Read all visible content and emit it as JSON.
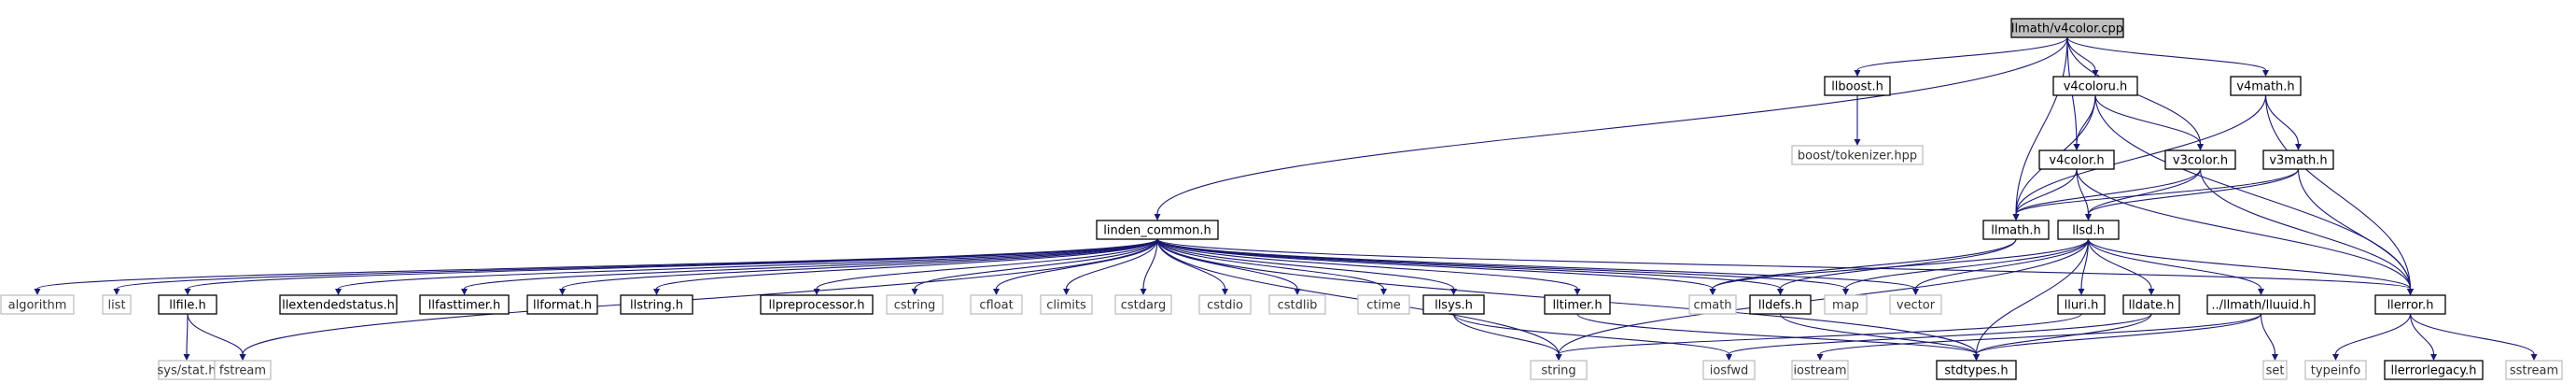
{
  "graph": {
    "root": "llmath/v4color.cpp",
    "nodes": [
      {
        "id": "root",
        "label": "llmath/v4color.cpp",
        "kind": "root"
      },
      {
        "id": "llboost",
        "label": "llboost.h",
        "kind": "file"
      },
      {
        "id": "v4coloru",
        "label": "v4coloru.h",
        "kind": "file"
      },
      {
        "id": "v4math",
        "label": "v4math.h",
        "kind": "file"
      },
      {
        "id": "tokenizer",
        "label": "boost/tokenizer.hpp",
        "kind": "external"
      },
      {
        "id": "v4color",
        "label": "v4color.h",
        "kind": "file"
      },
      {
        "id": "v3color",
        "label": "v3color.h",
        "kind": "file"
      },
      {
        "id": "v3math",
        "label": "v3math.h",
        "kind": "file"
      },
      {
        "id": "linden_common",
        "label": "linden_common.h",
        "kind": "file"
      },
      {
        "id": "llmath",
        "label": "llmath.h",
        "kind": "file"
      },
      {
        "id": "llsd",
        "label": "llsd.h",
        "kind": "file"
      },
      {
        "id": "algorithm",
        "label": "algorithm",
        "kind": "external"
      },
      {
        "id": "list",
        "label": "list",
        "kind": "external"
      },
      {
        "id": "llfile",
        "label": "llfile.h",
        "kind": "file"
      },
      {
        "id": "llextendedstatus",
        "label": "llextendedstatus.h",
        "kind": "file"
      },
      {
        "id": "llfasttimer",
        "label": "llfasttimer.h",
        "kind": "file"
      },
      {
        "id": "llformat",
        "label": "llformat.h",
        "kind": "file"
      },
      {
        "id": "llstring",
        "label": "llstring.h",
        "kind": "file"
      },
      {
        "id": "llpreprocessor",
        "label": "llpreprocessor.h",
        "kind": "file"
      },
      {
        "id": "cstring",
        "label": "cstring",
        "kind": "external"
      },
      {
        "id": "cfloat",
        "label": "cfloat",
        "kind": "external"
      },
      {
        "id": "climits",
        "label": "climits",
        "kind": "external"
      },
      {
        "id": "cstdarg",
        "label": "cstdarg",
        "kind": "external"
      },
      {
        "id": "cstdio",
        "label": "cstdio",
        "kind": "external"
      },
      {
        "id": "cstdlib",
        "label": "cstdlib",
        "kind": "external"
      },
      {
        "id": "ctime",
        "label": "ctime",
        "kind": "external"
      },
      {
        "id": "llsys",
        "label": "llsys.h",
        "kind": "file"
      },
      {
        "id": "lltimer",
        "label": "lltimer.h",
        "kind": "file"
      },
      {
        "id": "cmath",
        "label": "cmath",
        "kind": "external"
      },
      {
        "id": "lldefs",
        "label": "lldefs.h",
        "kind": "file"
      },
      {
        "id": "map",
        "label": "map",
        "kind": "external"
      },
      {
        "id": "vector",
        "label": "vector",
        "kind": "external"
      },
      {
        "id": "lluri",
        "label": "lluri.h",
        "kind": "file"
      },
      {
        "id": "lldate",
        "label": "lldate.h",
        "kind": "file"
      },
      {
        "id": "lluuid",
        "label": "../llmath/lluuid.h",
        "kind": "file"
      },
      {
        "id": "llerror",
        "label": "llerror.h",
        "kind": "file"
      },
      {
        "id": "sysstat",
        "label": "sys/stat.h",
        "kind": "external"
      },
      {
        "id": "fstream",
        "label": "fstream",
        "kind": "external"
      },
      {
        "id": "string",
        "label": "string",
        "kind": "external"
      },
      {
        "id": "iosfwd",
        "label": "iosfwd",
        "kind": "external"
      },
      {
        "id": "iostream",
        "label": "iostream",
        "kind": "external"
      },
      {
        "id": "stdtypes",
        "label": "stdtypes.h",
        "kind": "file"
      },
      {
        "id": "set",
        "label": "set",
        "kind": "external"
      },
      {
        "id": "typeinfo",
        "label": "typeinfo",
        "kind": "external"
      },
      {
        "id": "llerrorlegacy",
        "label": "llerrorlegacy.h",
        "kind": "file"
      },
      {
        "id": "sstream",
        "label": "sstream",
        "kind": "external"
      }
    ],
    "edges": [
      [
        "root",
        "linden_common"
      ],
      [
        "root",
        "llboost"
      ],
      [
        "root",
        "v4coloru"
      ],
      [
        "root",
        "v4math"
      ],
      [
        "root",
        "v4color"
      ],
      [
        "root",
        "v3color"
      ],
      [
        "root",
        "llmath"
      ],
      [
        "llboost",
        "tokenizer"
      ],
      [
        "v4coloru",
        "v4color"
      ],
      [
        "v4coloru",
        "v3color"
      ],
      [
        "v4coloru",
        "llmath"
      ],
      [
        "v4coloru",
        "llerror"
      ],
      [
        "v4math",
        "v3math"
      ],
      [
        "v4math",
        "llmath"
      ],
      [
        "v4math",
        "llerror"
      ],
      [
        "v4color",
        "llmath"
      ],
      [
        "v4color",
        "llsd"
      ],
      [
        "v4color",
        "llerror"
      ],
      [
        "v3color",
        "llmath"
      ],
      [
        "v3color",
        "llsd"
      ],
      [
        "v3color",
        "llerror"
      ],
      [
        "v3math",
        "llmath"
      ],
      [
        "v3math",
        "llsd"
      ],
      [
        "v3math",
        "llerror"
      ],
      [
        "llmath",
        "cmath"
      ],
      [
        "llmath",
        "lldefs"
      ],
      [
        "linden_common",
        "algorithm"
      ],
      [
        "linden_common",
        "list"
      ],
      [
        "linden_common",
        "llfile"
      ],
      [
        "linden_common",
        "llextendedstatus"
      ],
      [
        "linden_common",
        "llfasttimer"
      ],
      [
        "linden_common",
        "llformat"
      ],
      [
        "linden_common",
        "llstring"
      ],
      [
        "linden_common",
        "llpreprocessor"
      ],
      [
        "linden_common",
        "cstring"
      ],
      [
        "linden_common",
        "cfloat"
      ],
      [
        "linden_common",
        "climits"
      ],
      [
        "linden_common",
        "cstdarg"
      ],
      [
        "linden_common",
        "cstdio"
      ],
      [
        "linden_common",
        "cstdlib"
      ],
      [
        "linden_common",
        "ctime"
      ],
      [
        "linden_common",
        "llsys"
      ],
      [
        "linden_common",
        "lltimer"
      ],
      [
        "linden_common",
        "cmath"
      ],
      [
        "linden_common",
        "lldefs"
      ],
      [
        "linden_common",
        "map"
      ],
      [
        "linden_common",
        "vector"
      ],
      [
        "linden_common",
        "llerror"
      ],
      [
        "linden_common",
        "fstream"
      ],
      [
        "linden_common",
        "string"
      ],
      [
        "linden_common",
        "stdtypes"
      ],
      [
        "llsd",
        "map"
      ],
      [
        "llsd",
        "vector"
      ],
      [
        "llsd",
        "cmath"
      ],
      [
        "llsd",
        "string"
      ],
      [
        "llsd",
        "lluri"
      ],
      [
        "llsd",
        "lldate"
      ],
      [
        "llsd",
        "lluuid"
      ],
      [
        "llsd",
        "llerror"
      ],
      [
        "llsd",
        "stdtypes"
      ],
      [
        "llfile",
        "sysstat"
      ],
      [
        "llfile",
        "fstream"
      ],
      [
        "llsys",
        "string"
      ],
      [
        "llsys",
        "iosfwd"
      ],
      [
        "lltimer",
        "stdtypes"
      ],
      [
        "lldefs",
        "stdtypes"
      ],
      [
        "lluri",
        "string"
      ],
      [
        "lldate",
        "iosfwd"
      ],
      [
        "lldate",
        "stdtypes"
      ],
      [
        "lluuid",
        "iostream"
      ],
      [
        "lluuid",
        "set"
      ],
      [
        "lluuid",
        "stdtypes"
      ],
      [
        "llerror",
        "typeinfo"
      ],
      [
        "llerror",
        "llerrorlegacy"
      ],
      [
        "llerror",
        "sstream"
      ]
    ]
  }
}
